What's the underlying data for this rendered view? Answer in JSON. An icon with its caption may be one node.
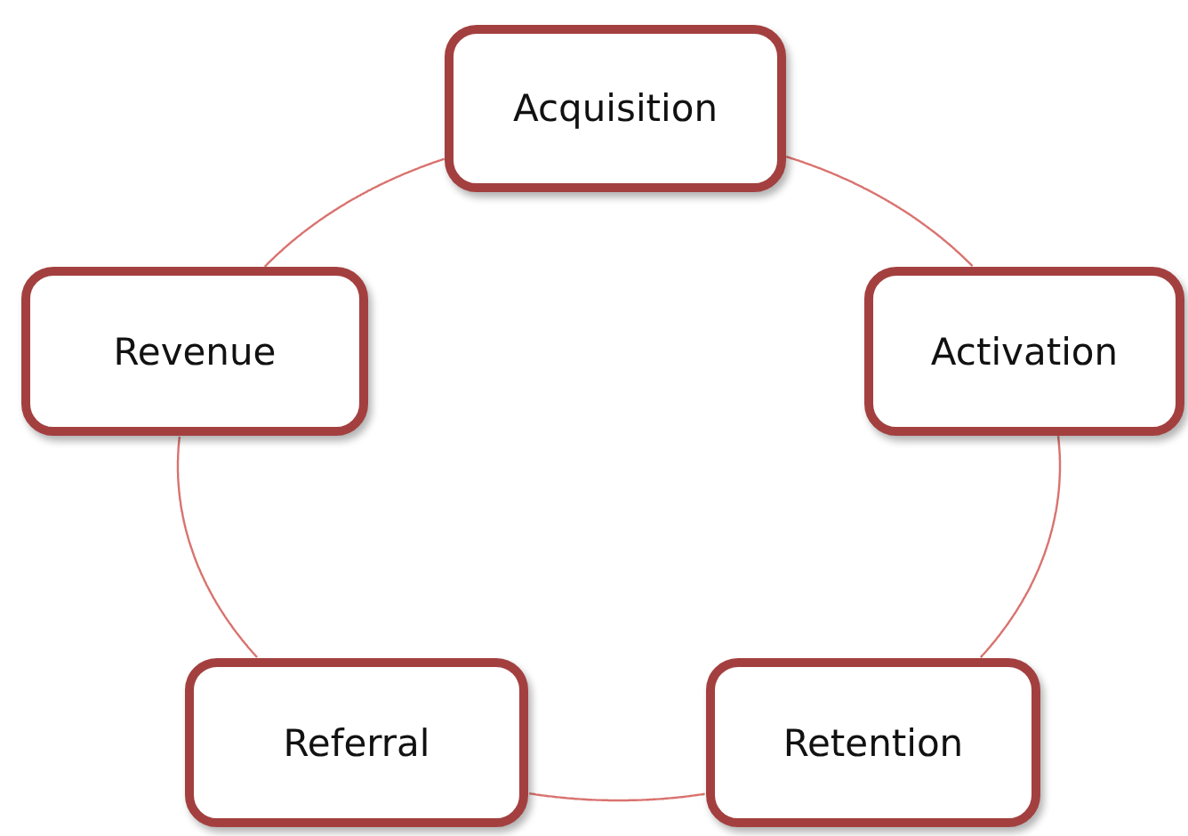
{
  "diagram": {
    "nodes": [
      {
        "text": [
          "Acquisition"
        ]
      },
      {
        "text": [
          "Revenue"
        ]
      },
      {
        "text": [
          "Activation"
        ]
      },
      {
        "text": [
          "Referral"
        ]
      },
      {
        "text": [
          "Retention"
        ]
      }
    ],
    "edges": [
      {
        "from": 0,
        "to": 2,
        "arrow": "none"
      },
      {
        "from": 2,
        "to": 4,
        "arrow": "none"
      },
      {
        "from": 4,
        "to": 3,
        "arrow": "none"
      },
      {
        "from": 3,
        "to": 1,
        "arrow": "none"
      },
      {
        "from": 1,
        "to": 0,
        "arrow": "none"
      }
    ]
  }
}
